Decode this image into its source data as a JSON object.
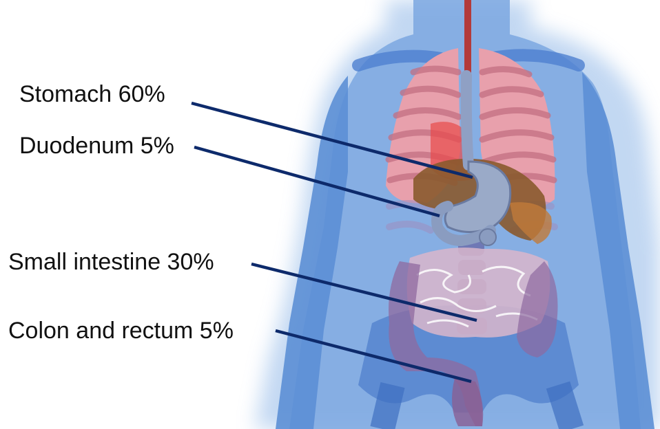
{
  "labels": [
    {
      "id": "stomach",
      "text": "Stomach 60%"
    },
    {
      "id": "duodenum",
      "text": "Duodenum 5%"
    },
    {
      "id": "small_intestine",
      "text": "Small intestine 30%"
    },
    {
      "id": "colon_rectum",
      "text": "Colon and rectum 5%"
    }
  ],
  "colors": {
    "leader_line": "#0d2a6b",
    "body_silhouette": "#5b8fd6",
    "lungs": "#e8a0ac",
    "stomach": "#9aaac8",
    "liver": "#8a5a2e",
    "intestines": "#c9a3c0",
    "esophagus": "#b33a3a"
  }
}
